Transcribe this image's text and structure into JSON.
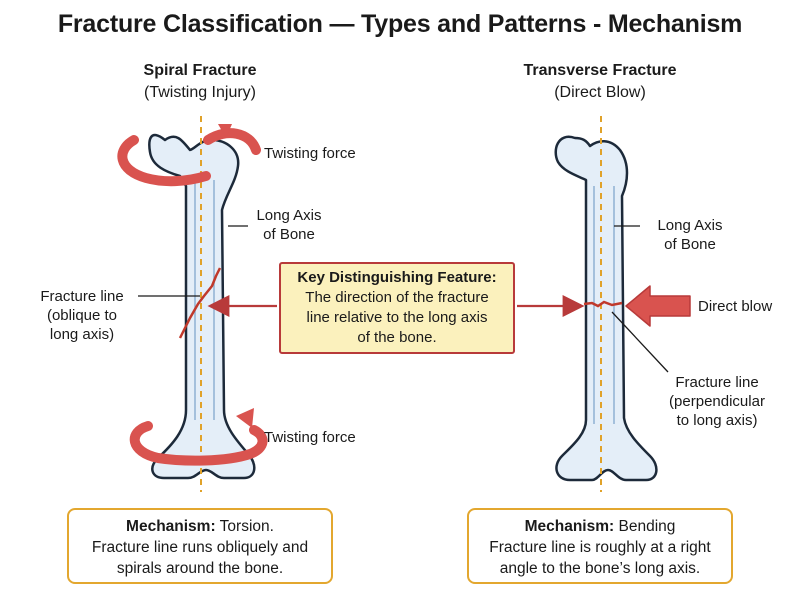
{
  "title": "Fracture Classification — Types and Patterns - Mechanism",
  "left": {
    "heading": "Spiral Fracture",
    "subheading": "(Twisting Injury)",
    "twist_top_label": "Twisting force",
    "twist_bottom_label": "Twisting force",
    "axis_label": [
      "Long Axis",
      "of Bone"
    ],
    "fracture_label": [
      "Fracture line",
      "(oblique to",
      "long axis)"
    ],
    "mechanism_head": "Mechanism:",
    "mechanism_text_1": "Torsion.",
    "mechanism_text_2": "Fracture line runs obliquely and",
    "mechanism_text_3": "spirals around the bone."
  },
  "right": {
    "heading": "Transverse Fracture",
    "subheading": "(Direct Blow)",
    "axis_label": [
      "Long Axis",
      "of Bone"
    ],
    "blow_label": "Direct blow",
    "fracture_label": [
      "Fracture line",
      "(perpendicular",
      "to long axis)"
    ],
    "mechanism_head": "Mechanism:",
    "mechanism_text_1": "Bending",
    "mechanism_text_2": "Fracture line is roughly at a right",
    "mechanism_text_3": "angle to the bone’s long axis."
  },
  "key_feature": {
    "title": "Key Distinguishing Feature:",
    "lines": [
      "The direction of the fracture",
      "line relative to the long axis",
      "of the bone."
    ]
  },
  "colors": {
    "bone_fill": "#e4eef8",
    "bone_outline": "#1d2a3a",
    "axis": "#e0a22a",
    "arrow_red": "#d9534f",
    "fracture_red": "#c0392b",
    "key_box_fill": "#fbf1bd",
    "key_box_border": "#b83a3a",
    "mechanism_border": "#e3a72f"
  }
}
